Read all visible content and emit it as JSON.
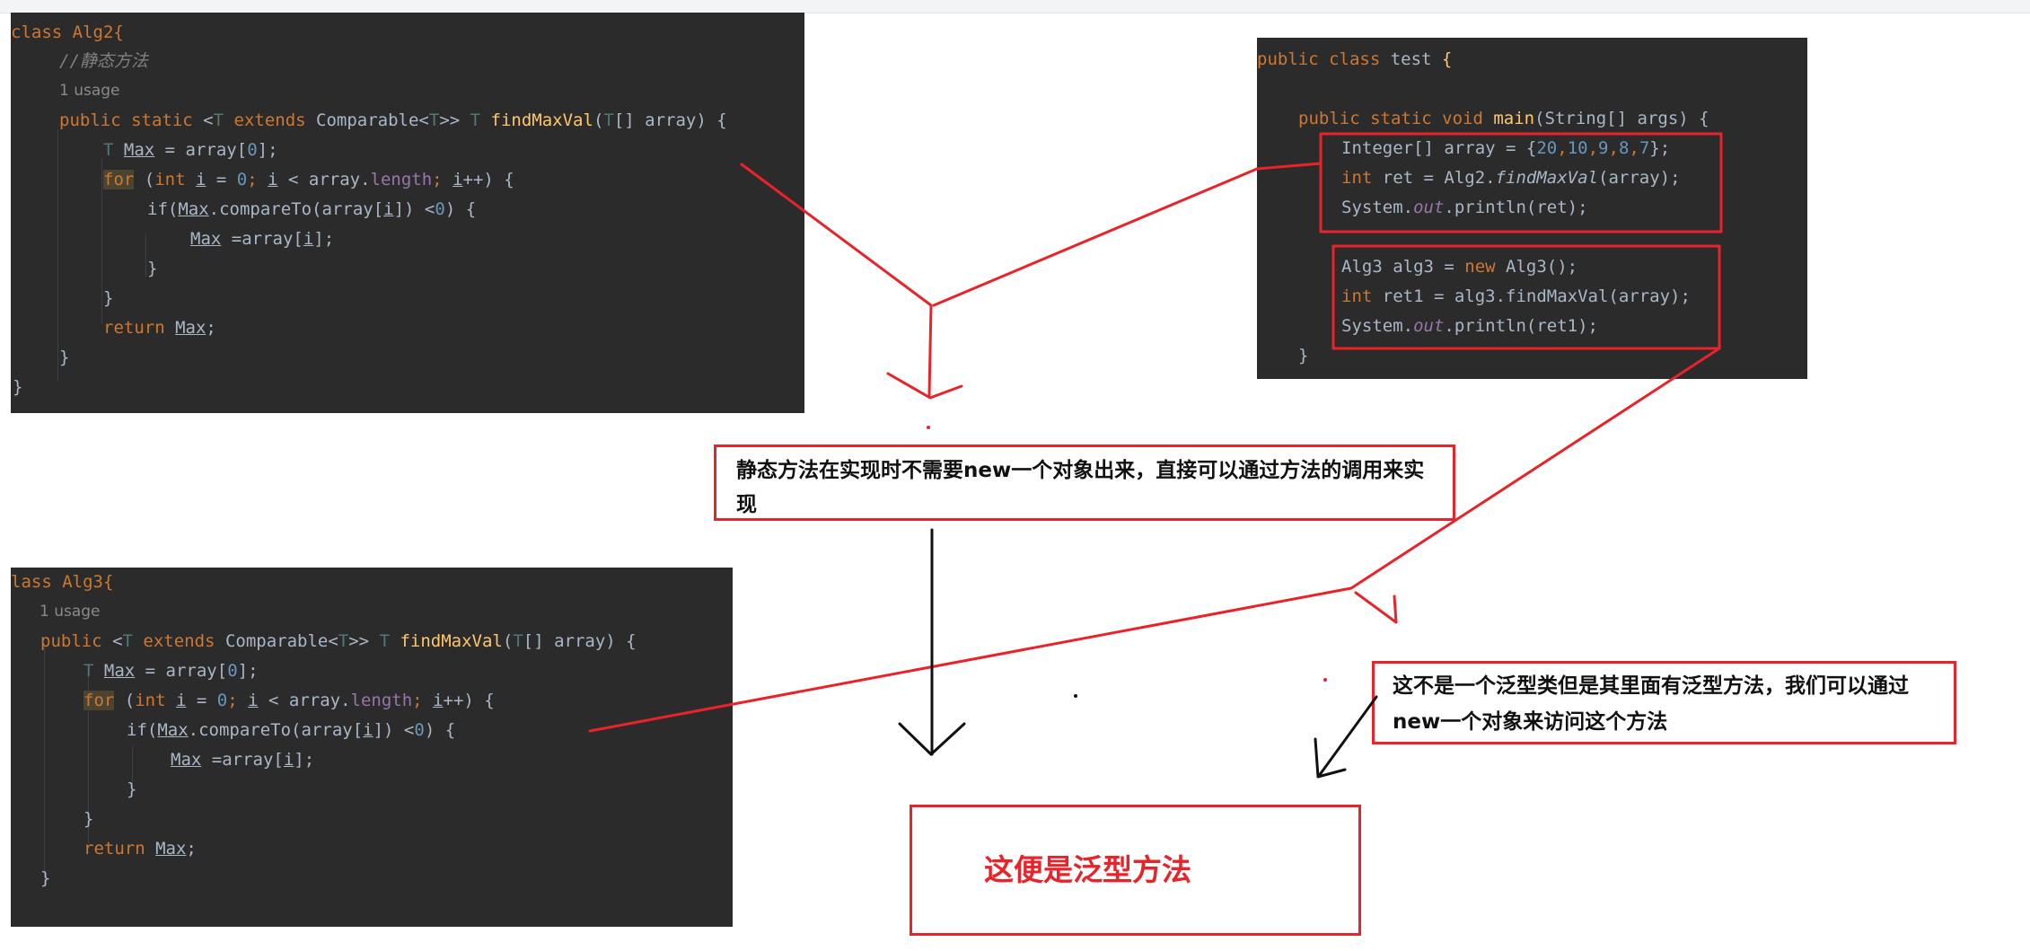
{
  "alg2": {
    "l1": "class Alg2{",
    "l2": "//静态方法",
    "l3": "1 usage",
    "l4": [
      "public static ",
      "<",
      "T",
      " extends ",
      "Comparable",
      "<",
      "T",
      ">> ",
      "T",
      " ",
      "findMaxVal",
      "(",
      "T",
      "[] array) {"
    ],
    "l5": [
      "T",
      " ",
      "Max",
      " = array[",
      "0",
      "];"
    ],
    "l6": [
      "for",
      " (",
      "int",
      " ",
      "i",
      " = ",
      "0",
      "; ",
      "i",
      " < array.",
      "length",
      "; ",
      "i",
      "++) {"
    ],
    "l7": [
      "if",
      "(",
      "Max",
      ".compareTo(array[",
      "i",
      "]) <",
      "0",
      ") {"
    ],
    "l8": [
      "Max",
      " =array[",
      "i",
      "];"
    ],
    "l9": "}",
    "l10": "}",
    "l11": [
      "return ",
      "Max",
      ";"
    ],
    "l12": "}",
    "l13": "}"
  },
  "test": {
    "l1": [
      "public class ",
      "test ",
      "{"
    ],
    "l2": [
      "public static void ",
      "main",
      "(String[] args) {"
    ],
    "l3": [
      "Integer[] array = {",
      "20",
      ",",
      "10",
      ",",
      "9",
      ",",
      "8",
      ",",
      "7",
      "};"
    ],
    "l4": [
      "int",
      " ret = Alg2.",
      "findMaxVal",
      "(array);"
    ],
    "l5": [
      "System.",
      "out",
      ".println(ret);"
    ],
    "l6": [
      "Alg3 alg3 = ",
      "new",
      " Alg3();"
    ],
    "l7": [
      "int",
      " ret1 = alg3.findMaxVal(array);"
    ],
    "l8": [
      "System.",
      "out",
      ".println(ret1);"
    ],
    "l9": "}"
  },
  "alg3": {
    "l1": "lass Alg3{",
    "l2": "1 usage",
    "l3": [
      "public ",
      "<",
      "T",
      " extends ",
      "Comparable",
      "<",
      "T",
      ">> ",
      "T",
      " ",
      "findMaxVal",
      "(",
      "T",
      "[] array) {"
    ],
    "l4": [
      "T",
      " ",
      "Max",
      " = array[",
      "0",
      "];"
    ],
    "l5": [
      "for",
      " (",
      "int",
      " ",
      "i",
      " = ",
      "0",
      "; ",
      "i",
      " < array.",
      "length",
      "; ",
      "i",
      "++) {"
    ],
    "l6": [
      "if",
      "(",
      "Max",
      ".compareTo(array[",
      "i",
      "]) <",
      "0",
      ") {"
    ],
    "l7": [
      "Max",
      " =array[",
      "i",
      "];"
    ],
    "l8": "}",
    "l9": "}",
    "l10": [
      "return ",
      "Max",
      ";"
    ],
    "l11": "}"
  },
  "notes": {
    "static_note": "静态方法在实现时不需要new一个对象出来，直接可以通过方法的调用来实现",
    "generic_note": "这不是一个泛型类但是其里面有泛型方法，我们可以通过new一个对象来访问这个方法",
    "conclusion": "这便是泛型方法"
  },
  "colors": {
    "annotation_red": "#e8232a",
    "editor_bg": "#2b2b2b",
    "keyword": "#cc7832",
    "function": "#ffc66d",
    "number": "#6897bb",
    "text": "#a9b7c6"
  }
}
